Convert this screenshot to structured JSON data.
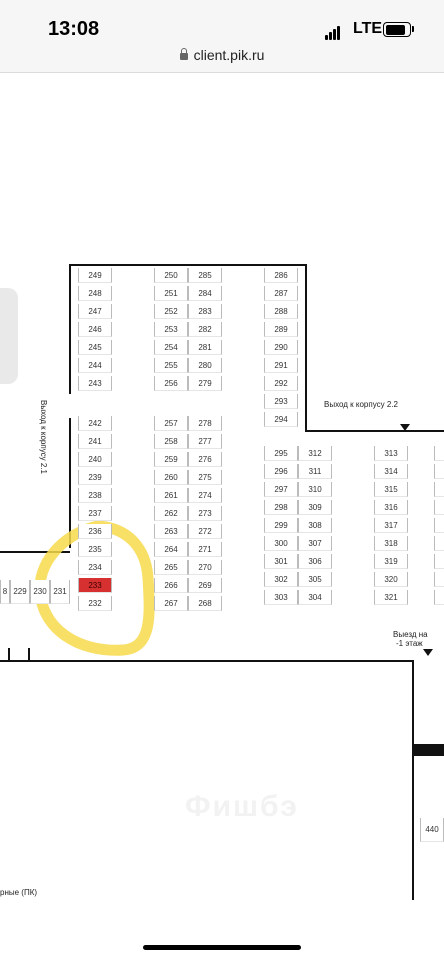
{
  "status_bar": {
    "time": "13:08",
    "network": "LTE"
  },
  "browser": {
    "url": "client.pik.ru"
  },
  "map": {
    "exit_2_1": "Выход к корпусу 2.1",
    "exit_2_2": "Выход к корпусу 2.2",
    "exit_floor_line1": "Выезд на",
    "exit_floor_line2": "-1 этаж",
    "bottom_label": "рные (ПК)",
    "watermark": "Фишбэ",
    "selected_space": "233",
    "col1": [
      "249",
      "248",
      "247",
      "246",
      "245",
      "244",
      "243",
      "242",
      "241",
      "240",
      "239",
      "238",
      "237",
      "236",
      "235",
      "234",
      "233",
      "232"
    ],
    "col2": [
      "250",
      "251",
      "252",
      "253",
      "254",
      "255",
      "256",
      "257",
      "258",
      "259",
      "260",
      "261",
      "262",
      "263",
      "264",
      "265",
      "266",
      "267"
    ],
    "col3": [
      "285",
      "284",
      "283",
      "282",
      "281",
      "280",
      "279",
      "278",
      "277",
      "276",
      "275",
      "274",
      "273",
      "272",
      "271",
      "270",
      "269",
      "268"
    ],
    "col4": [
      "286",
      "287",
      "288",
      "289",
      "290",
      "291",
      "292",
      "293",
      "294"
    ],
    "col5a": [
      "295",
      "296",
      "297",
      "298",
      "299",
      "300",
      "301",
      "302",
      "303"
    ],
    "col5b": [
      "312",
      "311",
      "310",
      "309",
      "308",
      "307",
      "306",
      "305",
      "304"
    ],
    "col6": [
      "313",
      "314",
      "315",
      "316",
      "317",
      "318",
      "319",
      "320",
      "321"
    ],
    "left_row": [
      "8",
      "229",
      "230",
      "231"
    ],
    "far_right": "440"
  }
}
